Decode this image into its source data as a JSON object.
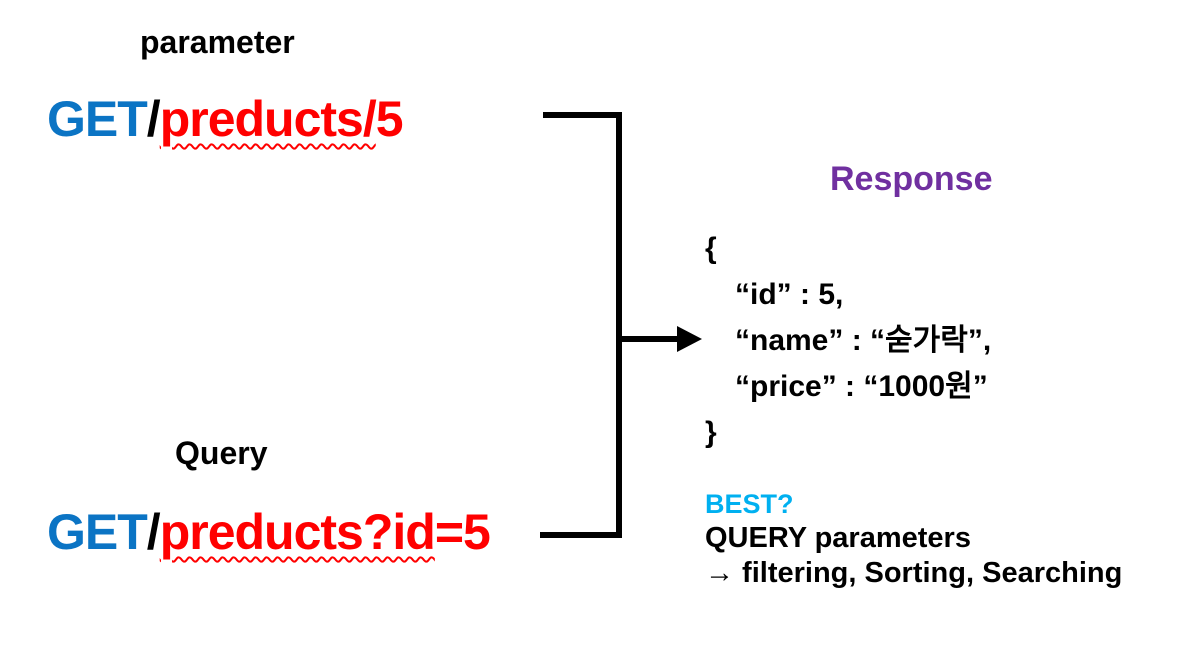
{
  "colors": {
    "method_blue": "#0B74C4",
    "path_red": "#FF0000",
    "response_purple": "#7030A0",
    "best_cyan": "#00B0F0",
    "text_black": "#000000",
    "background": "#FFFFFF"
  },
  "parameter_request": {
    "label": "parameter",
    "method": "GET",
    "slash": "/",
    "path_misspelled": "preducts/",
    "path_suffix": "5"
  },
  "query_request": {
    "label": "Query",
    "method": "GET",
    "slash": "/",
    "path_misspelled": "preducts?id",
    "path_suffix": "=5"
  },
  "response": {
    "title": "Response",
    "json_lines": [
      "{",
      "“id” : 5,",
      "“name” : “숟가락”,",
      "“price” : “1000원”",
      "}"
    ]
  },
  "note": {
    "best": "BEST?",
    "line1": "QUERY parameters",
    "line2": "→ filtering, Sorting, Searching"
  }
}
